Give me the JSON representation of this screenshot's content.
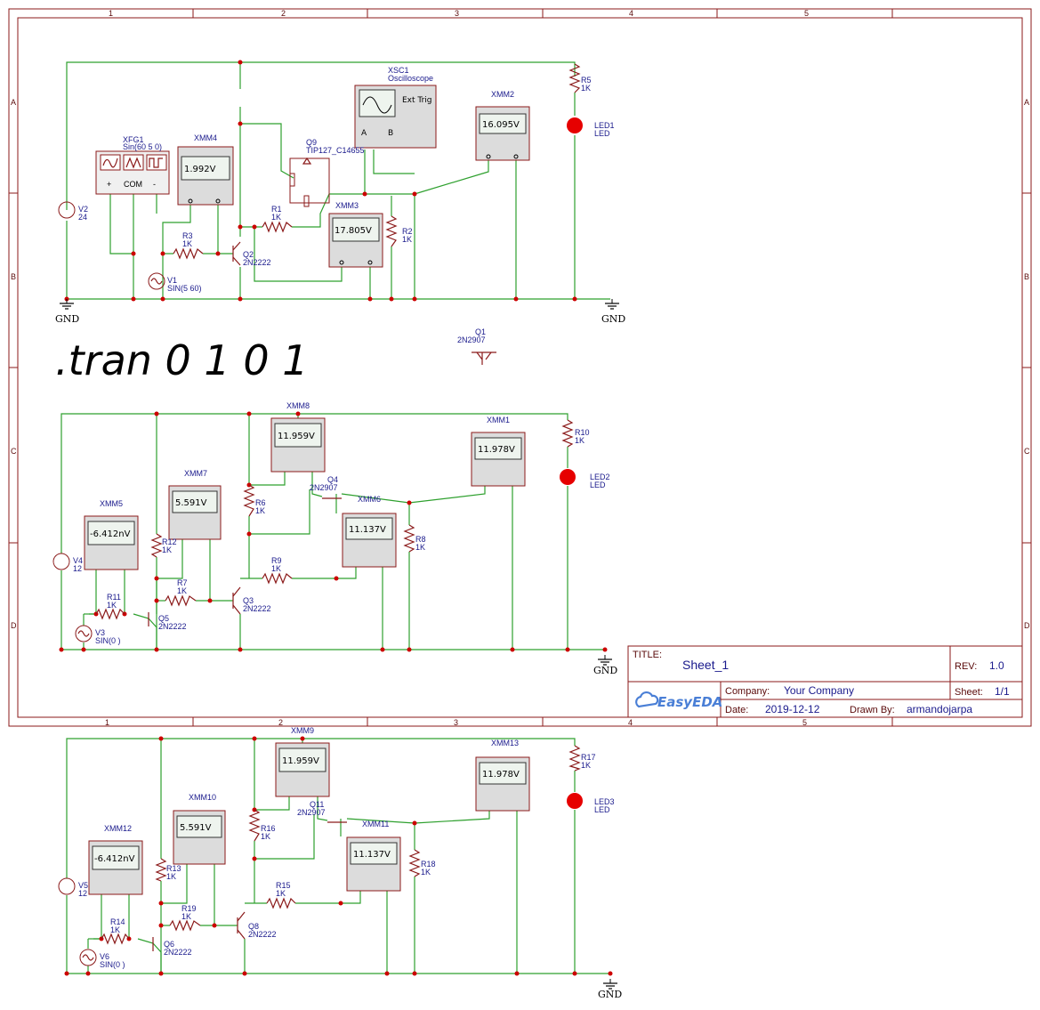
{
  "grid": {
    "cols": [
      "1",
      "2",
      "3",
      "4",
      "5"
    ],
    "rows": [
      "A",
      "B",
      "C",
      "D"
    ]
  },
  "spice_directive": ".tran 0 1 0 1",
  "title_block": {
    "title_label": "TITLE:",
    "title_value": "Sheet_1",
    "rev_label": "REV:",
    "rev_value": "1.0",
    "company_label": "Company:",
    "company_value": "Your Company",
    "sheet_label": "Sheet:",
    "sheet_value": "1/1",
    "date_label": "Date:",
    "date_value": "2019-12-12",
    "drawn_label": "Drawn By:",
    "drawn_value": "armandojarpa",
    "logo": "EasyEDA"
  },
  "ground_label": "GND",
  "circuit1": {
    "xfg1": {
      "name": "XFG1",
      "value": "Sin(60 5 0)",
      "terms": [
        "+",
        "COM",
        "-"
      ]
    },
    "xmm4": {
      "name": "XMM4",
      "reading": "1.992V"
    },
    "xmm3": {
      "name": "XMM3",
      "reading": "17.805V"
    },
    "xmm2": {
      "name": "XMM2",
      "reading": "16.095V"
    },
    "xsc1": {
      "name": "XSC1",
      "subtitle": "Oscilloscope",
      "trig": "Ext Trig",
      "a": "A",
      "b": "B"
    },
    "q9": {
      "name": "Q9",
      "value": "TIP127_C14655"
    },
    "q2": {
      "name": "Q2",
      "value": "2N2222"
    },
    "q1": {
      "name": "Q1",
      "value": "2N2907"
    },
    "r1": {
      "name": "R1",
      "value": "1K"
    },
    "r2": {
      "name": "R2",
      "value": "1K"
    },
    "r3": {
      "name": "R3",
      "value": "1K"
    },
    "r5": {
      "name": "R5",
      "value": "1K"
    },
    "led1": {
      "name": "LED1",
      "value": "LED"
    },
    "v2": {
      "name": "V2",
      "value": "24"
    },
    "v1": {
      "name": "V1",
      "value": "SIN(5 60)"
    }
  },
  "circuit2": {
    "xmm8": {
      "name": "XMM8",
      "reading": "11.959V"
    },
    "xmm1": {
      "name": "XMM1",
      "reading": "11.978V"
    },
    "xmm7": {
      "name": "XMM7",
      "reading": "5.591V"
    },
    "xmm5": {
      "name": "XMM5",
      "reading": "-6.412nV"
    },
    "xmm6": {
      "name": "XMM6",
      "reading": "11.137V"
    },
    "q4": {
      "name": "Q4",
      "value": "2N2907"
    },
    "q3": {
      "name": "Q3",
      "value": "2N2222"
    },
    "q5": {
      "name": "Q5",
      "value": "2N2222"
    },
    "r6": {
      "name": "R6",
      "value": "1K"
    },
    "r7": {
      "name": "R7",
      "value": "1K"
    },
    "r8": {
      "name": "R8",
      "value": "1K"
    },
    "r9": {
      "name": "R9",
      "value": "1K"
    },
    "r10": {
      "name": "R10",
      "value": "1K"
    },
    "r11": {
      "name": "R11",
      "value": "1K"
    },
    "r12": {
      "name": "R12",
      "value": "1K"
    },
    "led2": {
      "name": "LED2",
      "value": "LED"
    },
    "v4": {
      "name": "V4",
      "value": "12"
    },
    "v3": {
      "name": "V3",
      "value": "SIN(0 )"
    }
  },
  "circuit3": {
    "xmm9": {
      "name": "XMM9",
      "reading": "11.959V"
    },
    "xmm13": {
      "name": "XMM13",
      "reading": "11.978V"
    },
    "xmm10": {
      "name": "XMM10",
      "reading": "5.591V"
    },
    "xmm12": {
      "name": "XMM12",
      "reading": "-6.412nV"
    },
    "xmm11": {
      "name": "XMM11",
      "reading": "11.137V"
    },
    "q11": {
      "name": "Q11",
      "value": "2N2907"
    },
    "q8": {
      "name": "Q8",
      "value": "2N2222"
    },
    "q6": {
      "name": "Q6",
      "value": "2N2222"
    },
    "r13": {
      "name": "R13",
      "value": "1K"
    },
    "r14": {
      "name": "R14",
      "value": "1K"
    },
    "r15": {
      "name": "R15",
      "value": "1K"
    },
    "r16": {
      "name": "R16",
      "value": "1K"
    },
    "r17": {
      "name": "R17",
      "value": "1K"
    },
    "r18": {
      "name": "R18",
      "value": "1K"
    },
    "r19": {
      "name": "R19",
      "value": "1K"
    },
    "led3": {
      "name": "LED3",
      "value": "LED"
    },
    "v5": {
      "name": "V5",
      "value": "12"
    },
    "v6": {
      "name": "V6",
      "value": "SIN(0 )"
    }
  }
}
